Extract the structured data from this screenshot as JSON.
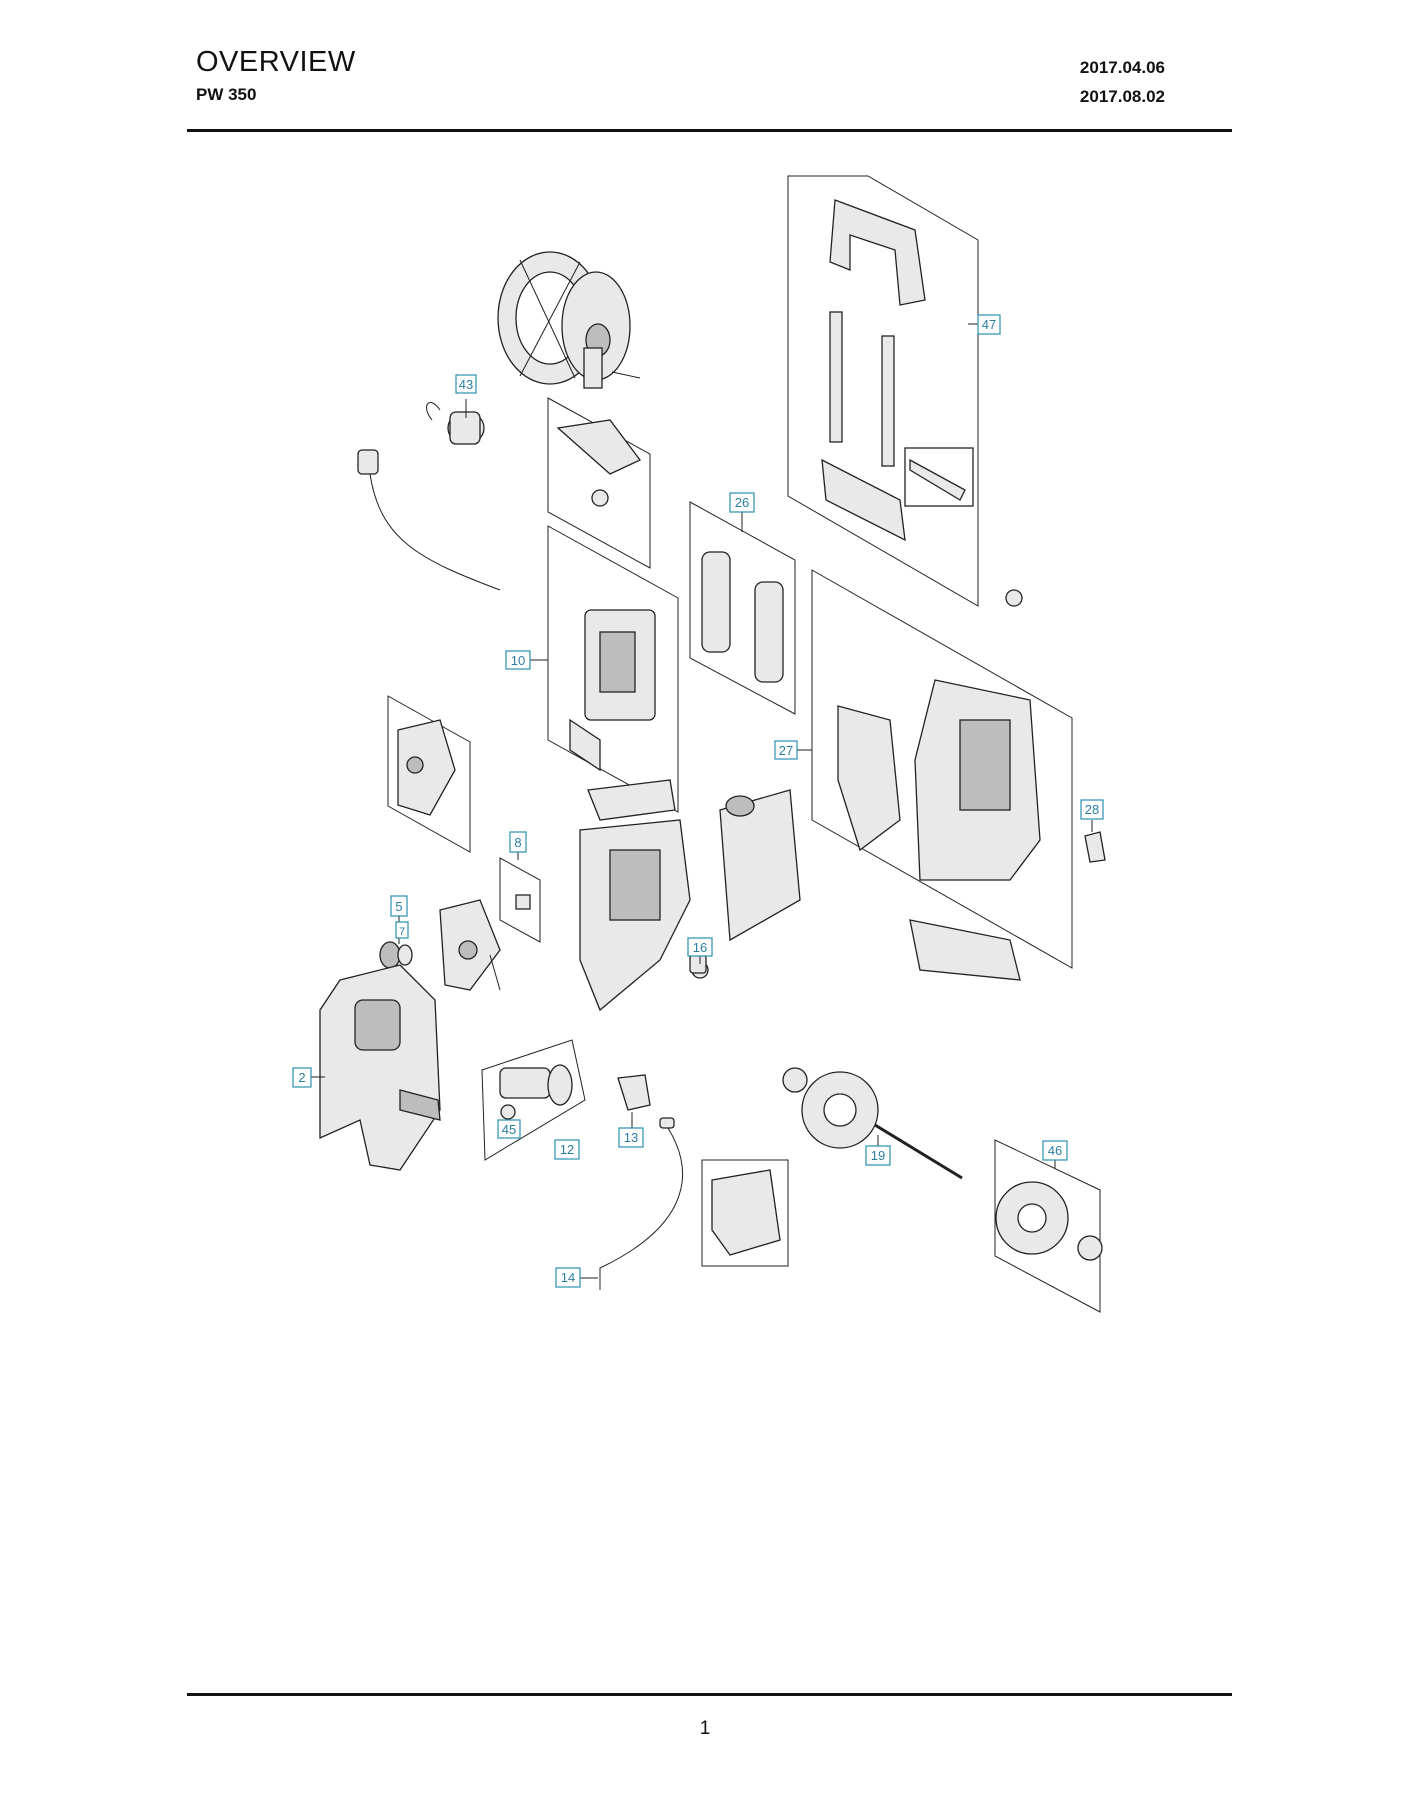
{
  "header": {
    "title": "OVERVIEW",
    "model": "PW 350",
    "date_created": "2017.04.06",
    "date_revised": "2017.08.02"
  },
  "footer": {
    "page_number": "1"
  },
  "callouts": {
    "c2": "2",
    "c5": "5",
    "c7": "7",
    "c8": "8",
    "c10": "10",
    "c12": "12",
    "c13": "13",
    "c14": "14",
    "c16": "16",
    "c19": "19",
    "c26": "26",
    "c27": "27",
    "c28": "28",
    "c43": "43",
    "c45": "45",
    "c46": "46",
    "c47": "47"
  }
}
